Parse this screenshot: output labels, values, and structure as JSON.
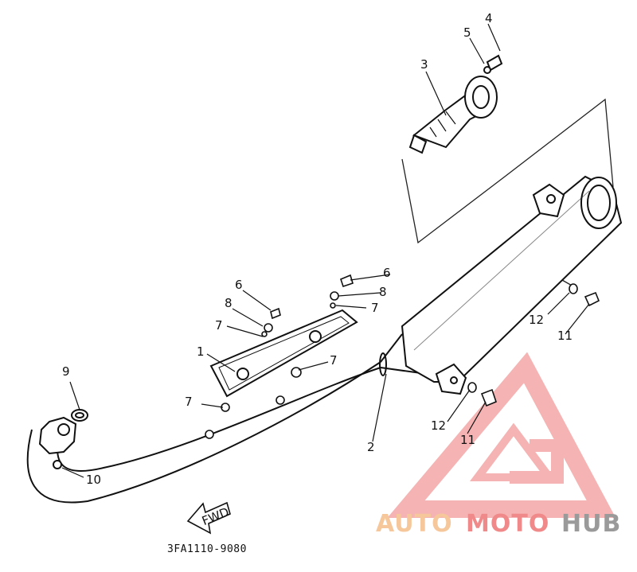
{
  "labels": {
    "p1": "1",
    "p2": "2",
    "p3": "3",
    "p4": "4",
    "p5": "5",
    "p6a": "6",
    "p6b": "6",
    "p7a": "7",
    "p7b": "7",
    "p7c": "7",
    "p7d": "7",
    "p8a": "8",
    "p8b": "8",
    "p9": "9",
    "p10": "10",
    "p11a": "11",
    "p11b": "11",
    "p12a": "12",
    "p12b": "12"
  },
  "diagram_code": "3FA1110-9080",
  "fwd_label": "FWD",
  "watermark": {
    "auto": "AUTO",
    "moto": "MOTO",
    "hub": "HUB",
    "color_auto": "#f5c79a",
    "color_moto": "#f08a8a",
    "color_hub": "#9a9a9a"
  }
}
